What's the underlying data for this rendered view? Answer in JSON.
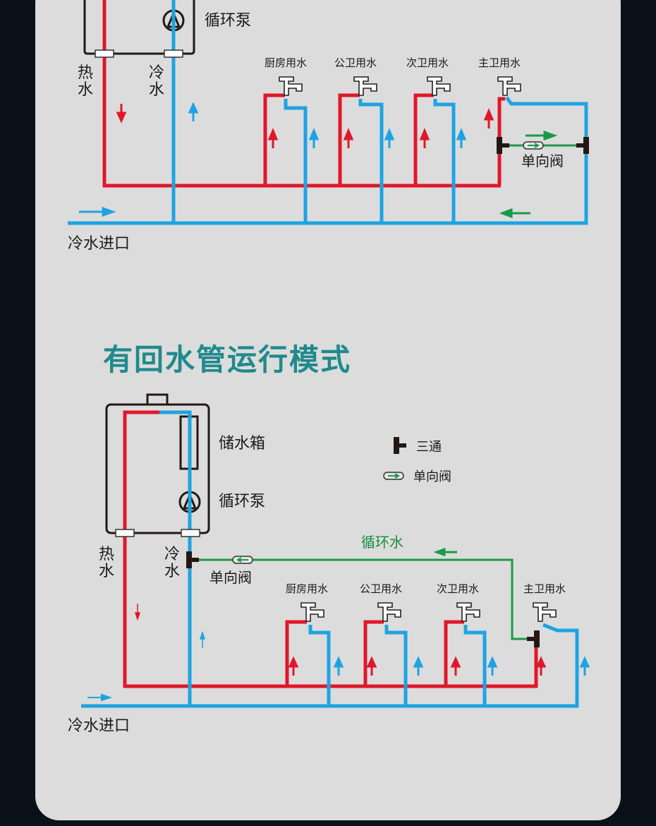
{
  "title": "有回水管运行模式",
  "top": {
    "pump": "循环泵",
    "hot_water": "热水",
    "cold_water": "冷水",
    "check_valve": "单向阀",
    "inlet": "冷水进口",
    "fixtures": [
      "厨房用水",
      "公卫用水",
      "次卫用水",
      "主卫用水"
    ]
  },
  "bottom": {
    "tank": "储水箱",
    "pump": "循环泵",
    "hot_water": "热水",
    "cold_water": "冷水",
    "check_valve": "单向阀",
    "circulating": "循环水",
    "inlet": "冷水进口",
    "fixtures": [
      "厨房用水",
      "公卫用水",
      "次卫用水",
      "主卫用水"
    ]
  },
  "legend": {
    "tee": "三通",
    "check_valve": "单向阀"
  },
  "colors": {
    "hot": "#e1172a",
    "cold": "#1ea3e2",
    "circulation": "#1a9a48",
    "title": "#1f8a8c"
  }
}
